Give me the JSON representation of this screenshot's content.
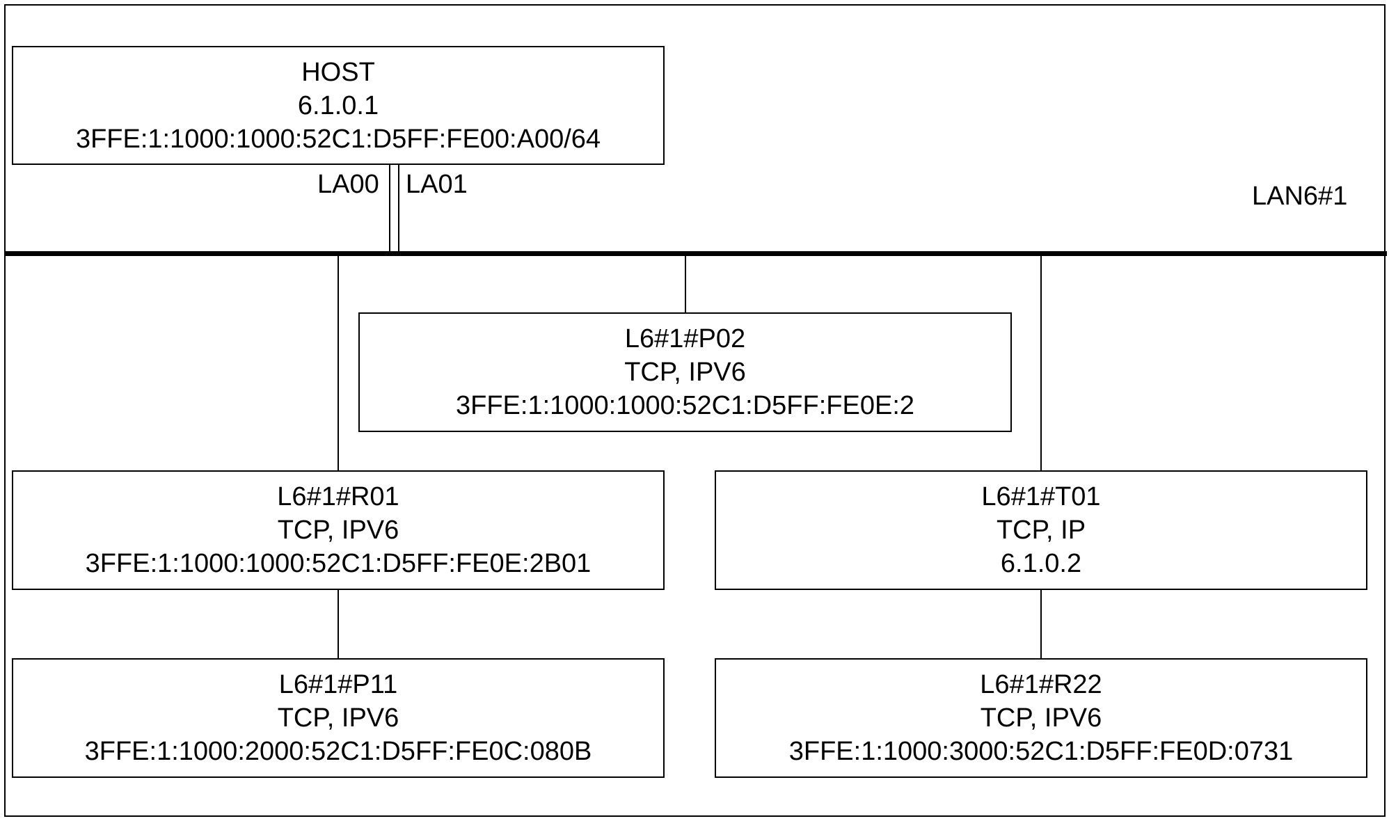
{
  "network": {
    "name": "LAN6#1",
    "host": {
      "name": "HOST",
      "ipv4": "6.1.0.1",
      "ipv6": "3FFE:1:1000:1000:52C1:D5FF:FE00:A00/64",
      "adapters": [
        "LA00",
        "LA01"
      ]
    },
    "nodes": {
      "p02": {
        "name": "L6#1#P02",
        "protocols": "TCP, IPV6",
        "address": "3FFE:1:1000:1000:52C1:D5FF:FE0E:2"
      },
      "r01": {
        "name": "L6#1#R01",
        "protocols": "TCP, IPV6",
        "address": "3FFE:1:1000:1000:52C1:D5FF:FE0E:2B01"
      },
      "t01": {
        "name": "L6#1#T01",
        "protocols": "TCP, IP",
        "address": "6.1.0.2"
      },
      "p11": {
        "name": "L6#1#P11",
        "protocols": "TCP, IPV6",
        "address": "3FFE:1:1000:2000:52C1:D5FF:FE0C:080B"
      },
      "r22": {
        "name": "L6#1#R22",
        "protocols": "TCP, IPV6",
        "address": "3FFE:1:1000:3000:52C1:D5FF:FE0D:0731"
      }
    }
  }
}
